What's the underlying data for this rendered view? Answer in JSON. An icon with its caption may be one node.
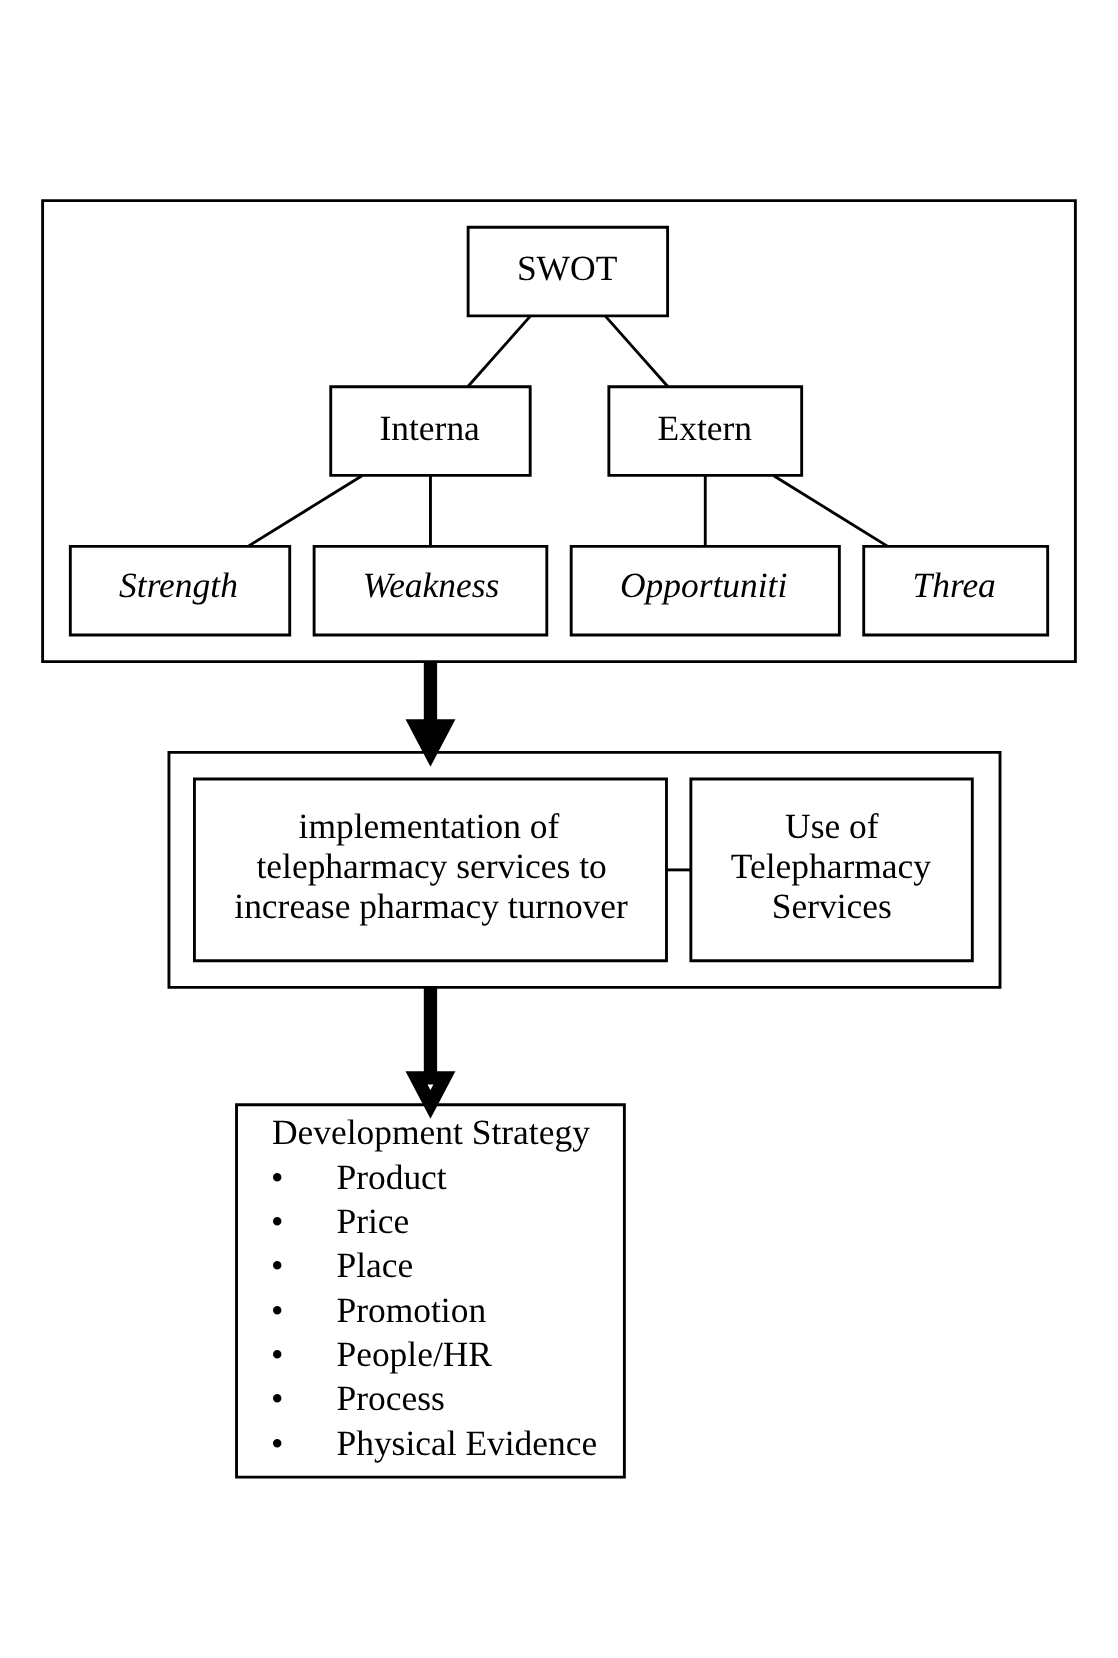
{
  "diagram": {
    "nodes": [
      {
        "text": [],
        "shape": "box"
      },
      {
        "text": [
          "SWOT"
        ],
        "in": 0
      },
      {
        "text": [
          "Interna"
        ],
        "in": 0
      },
      {
        "text": [
          "Extern"
        ],
        "in": 0
      },
      {
        "text": [
          "Strength"
        ],
        "in": 0
      },
      {
        "text": [
          "Weakness"
        ],
        "in": 0
      },
      {
        "text": [
          "Opportuniti"
        ],
        "in": 0
      },
      {
        "text": [
          "Threa"
        ],
        "in": 0
      },
      {
        "text": [],
        "shape": "box"
      },
      {
        "text": [
          "implementation of telepharmacy services to increase pharmacy turnover"
        ],
        "in": 8
      },
      {
        "text": [
          "Use of Telepharmacy Services"
        ],
        "in": 8
      },
      {
        "text": [
          "Development Strategy",
          "•\tProduct",
          "•\tPrice",
          "•\tPlace",
          "•\tPromotion",
          "•\tPeople/HR",
          "•\tProcess",
          "•\tPhysical Evidence"
        ]
      }
    ],
    "edges": [
      {
        "from": 1,
        "to": 2,
        "arrow": "none"
      },
      {
        "from": 1,
        "to": 3,
        "arrow": "none"
      },
      {
        "from": 2,
        "to": 4,
        "arrow": "none"
      },
      {
        "from": 2,
        "to": 5,
        "arrow": "none"
      },
      {
        "from": 3,
        "to": 6,
        "arrow": "none"
      },
      {
        "from": 3,
        "to": 7,
        "arrow": "none"
      },
      {
        "from": 0,
        "to": 8,
        "arrow": "to",
        "style": "thick"
      },
      {
        "from": 9,
        "to": 10,
        "arrow": "none"
      },
      {
        "from": 8,
        "to": 11,
        "arrow": "to",
        "style": "thick"
      }
    ]
  }
}
